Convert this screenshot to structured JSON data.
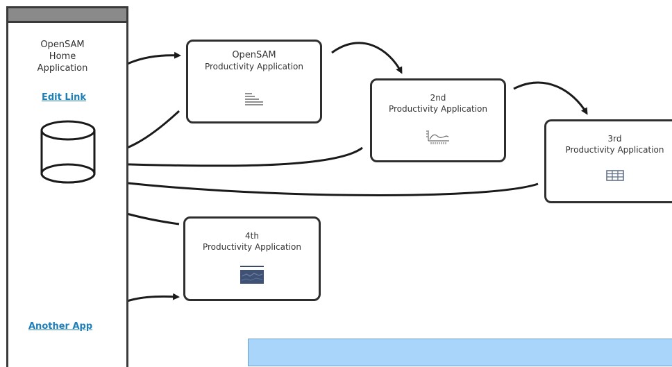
{
  "home": {
    "title_lines": [
      "OpenSAM",
      "Home",
      "Application"
    ],
    "edit_link": "Edit Link",
    "another_app": "Another App"
  },
  "apps": [
    {
      "name": "OpenSAM",
      "subtitle": "Productivity Application",
      "icon": "list-lines-icon"
    },
    {
      "name": "2nd",
      "subtitle": "Productivity Application",
      "icon": "area-chart-icon"
    },
    {
      "name": "3rd",
      "subtitle": "Productivity Application",
      "icon": "table-grid-icon"
    },
    {
      "name": "4th",
      "subtitle": "Productivity Application",
      "icon": "map-thumbnail-icon"
    }
  ],
  "colors": {
    "link": "#1e7fb8",
    "border": "#2e2e2e",
    "panel_header": "#8a8a8a",
    "bottom_panel": "#aad5fb"
  }
}
